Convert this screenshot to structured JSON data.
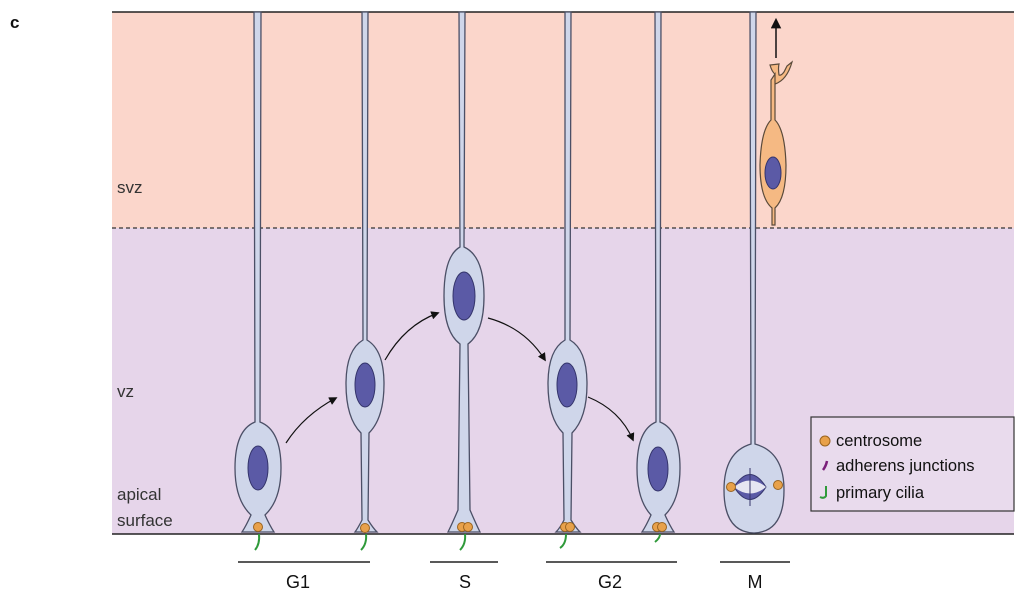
{
  "panel_letter": "c",
  "zones": {
    "svz": "svz",
    "vz": "vz",
    "apical_line1": "apical",
    "apical_line2": "surface"
  },
  "phases": [
    "G1",
    "S",
    "G2",
    "M"
  ],
  "legend": {
    "centrosome": "centrosome",
    "adherens": "adherens junctions",
    "cilia": "primary cilia"
  },
  "colors": {
    "svz_bg": "#fbd6cb",
    "vz_bg": "#e6d5ea",
    "cell_fill": "#cfd6ea",
    "cell_stroke": "#4b4f66",
    "nucleus": "#5b5aa6",
    "centrosome": "#e8a14a",
    "adherens": "#7b1f7a",
    "cilia": "#2f9a3a",
    "neuron": "#f5b983"
  }
}
